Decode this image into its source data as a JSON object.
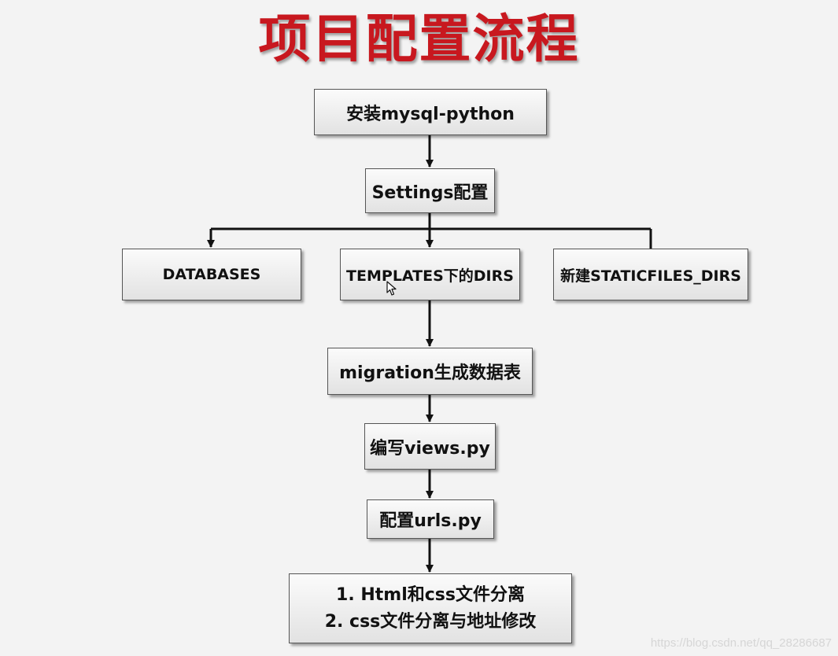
{
  "title": "项目配置流程",
  "nodes": {
    "install": "安装mysql-python",
    "settings": "Settings配置",
    "databases": "DATABASES",
    "templates": "TEMPLATES下的DIRS",
    "staticfiles": "新建STATICFILES_DIRS",
    "migration": "migration生成数据表",
    "views": "编写views.py",
    "urls": "配置urls.py",
    "final_line1": "1. Html和css文件分离",
    "final_line2": "2. css文件分离与地址修改"
  },
  "edges": [
    [
      "install",
      "settings"
    ],
    [
      "settings",
      "databases"
    ],
    [
      "settings",
      "templates"
    ],
    [
      "settings",
      "staticfiles"
    ],
    [
      "templates",
      "migration"
    ],
    [
      "migration",
      "views"
    ],
    [
      "views",
      "urls"
    ],
    [
      "urls",
      "final"
    ]
  ],
  "watermark": "https://blog.csdn.net/qq_28286687",
  "icons": [
    "mouse-cursor-icon"
  ],
  "colors": {
    "title": "#c8181f",
    "background": "#f3f3f3",
    "box_border": "#555555",
    "connector": "#111111"
  }
}
